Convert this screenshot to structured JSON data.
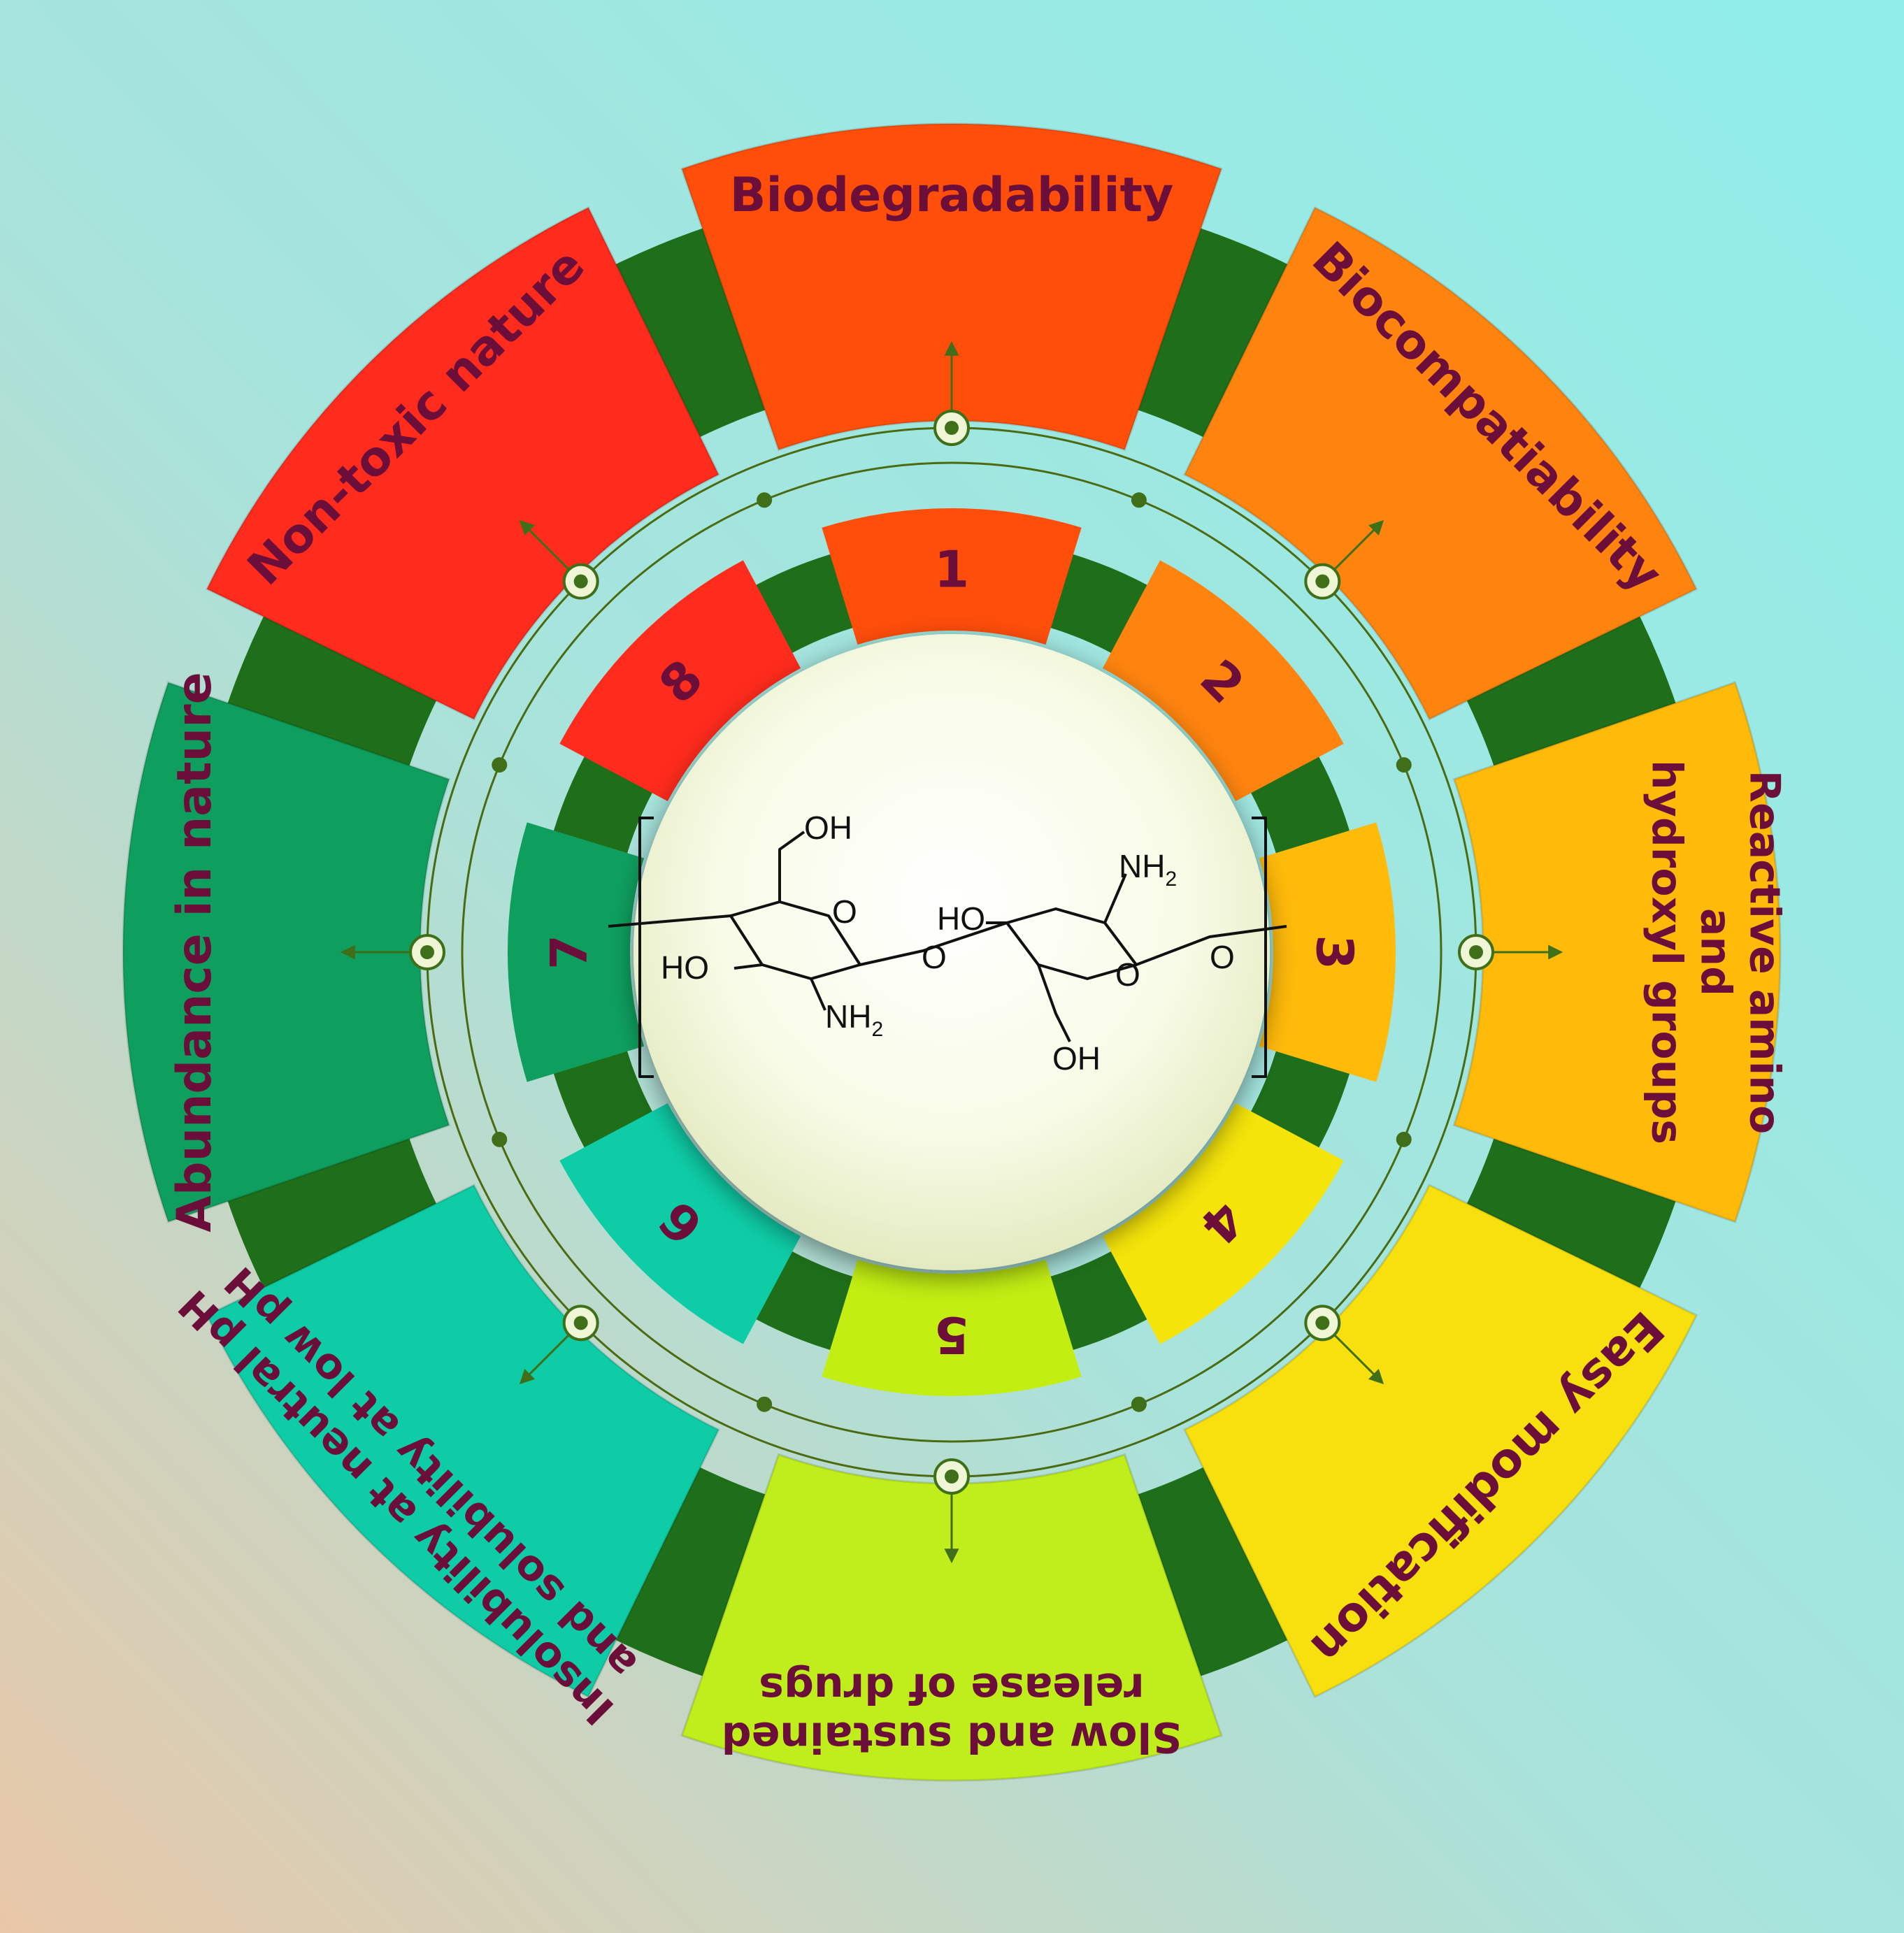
{
  "diagram": {
    "segments": [
      {
        "number": "1",
        "lines": [
          "Biodegradability"
        ],
        "outer_color": "#ff4e0a",
        "inner_color": "#ff4e0a"
      },
      {
        "number": "2",
        "lines": [
          "Biocompatiability"
        ],
        "outer_color": "#ff840f",
        "inner_color": "#ff840f"
      },
      {
        "number": "3",
        "lines": [
          "Reactive amino",
          "and",
          "hydroxyl groups"
        ],
        "outer_color": "#ffba0a",
        "inner_color": "#ffba0a"
      },
      {
        "number": "4",
        "lines": [
          "Easy modification"
        ],
        "outer_color": "#f8e00e",
        "inner_color": "#f4e40a"
      },
      {
        "number": "5",
        "lines": [
          "Slow and sustained",
          "release of drugs"
        ],
        "outer_color": "#bfee1c",
        "inner_color": "#c2ee12"
      },
      {
        "number": "6",
        "lines": [
          "Insolubility at neutral pH",
          "and solubility at low pH"
        ],
        "outer_color": "#0ecca6",
        "inner_color": "#0ecca6"
      },
      {
        "number": "7",
        "lines": [
          "Abundance in nature"
        ],
        "outer_color": "#0e9f5e",
        "inner_color": "#0e9f5e"
      },
      {
        "number": "8",
        "lines": [
          "Non-toxic nature"
        ],
        "outer_color": "#ff2b1c",
        "inner_color": "#ff2b1c"
      }
    ],
    "structure": {
      "labels": {
        "oh_top": "OH",
        "ho_left": "HO",
        "nh2_bottom": "NH",
        "o_ring_left": "O",
        "o_bridge": "O",
        "ho_right": "HO",
        "nh2_top": "NH",
        "o_ring_right": "O",
        "o_end": "O",
        "oh_bottom": "OH",
        "subscript_2": "2"
      }
    },
    "colors": {
      "background_left": "#e9c7a8",
      "background_right": "#8feee9",
      "connector_green": "#1e6e1a",
      "ring_line": "#4a6b12",
      "label_text": "#6b0f3a",
      "center_fill": "#f8fbe6"
    }
  }
}
